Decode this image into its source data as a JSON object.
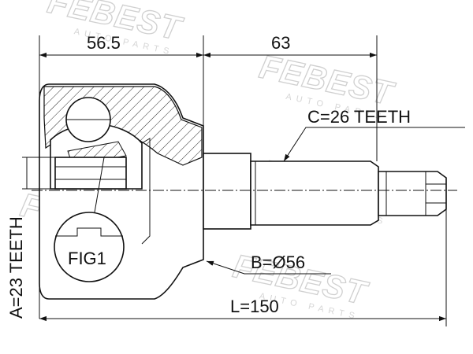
{
  "dimensions": {
    "left_length": "56.5",
    "right_length": "63",
    "total_length": "L=150"
  },
  "callouts": {
    "c_teeth": "C=26 TEETH",
    "b_diameter": "B=Ø56",
    "a_teeth": "A=23 TEETH",
    "fig_label": "FIG1"
  },
  "watermark": {
    "brand": "FEBEST",
    "tagline": "AUTO PARTS"
  }
}
